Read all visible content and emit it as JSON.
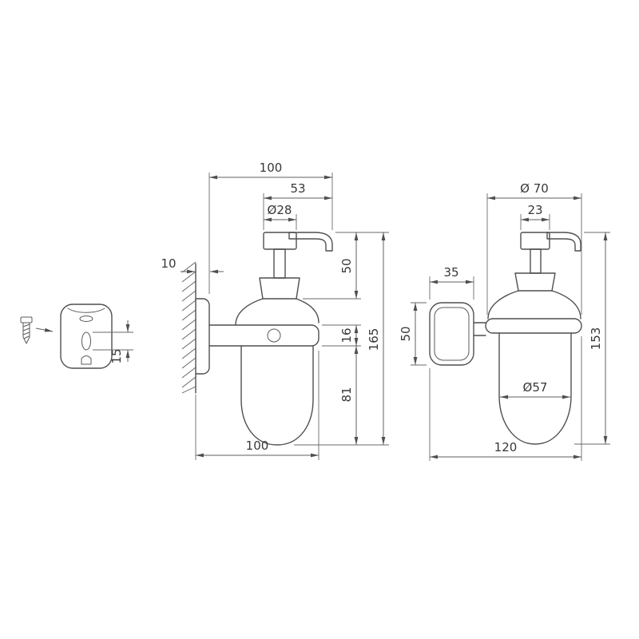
{
  "drawing": {
    "colors": {
      "background": "#ffffff",
      "object_line": "#4f4f4f",
      "dimension_line": "#5f5f5f",
      "text": "#383838"
    },
    "side_view": {
      "dim_top_width": "100",
      "dim_spout_reach": "53",
      "dim_pump_diameter": "Ø28",
      "dim_wall_offset": "10",
      "dim_pump_height": "50",
      "dim_holder_height": "16",
      "dim_total_height": "165",
      "dim_body_height": "81",
      "dim_bottom_width": "100"
    },
    "front_view": {
      "dim_body_diameter": "Ø 70",
      "dim_pump_width": "23",
      "dim_plate_width": "35",
      "dim_plate_height": "50",
      "dim_total_height": "153",
      "dim_glass_diameter": "Ø57",
      "dim_bottom_width": "120"
    },
    "detail_view": {
      "dim_slot_height": "15"
    }
  }
}
